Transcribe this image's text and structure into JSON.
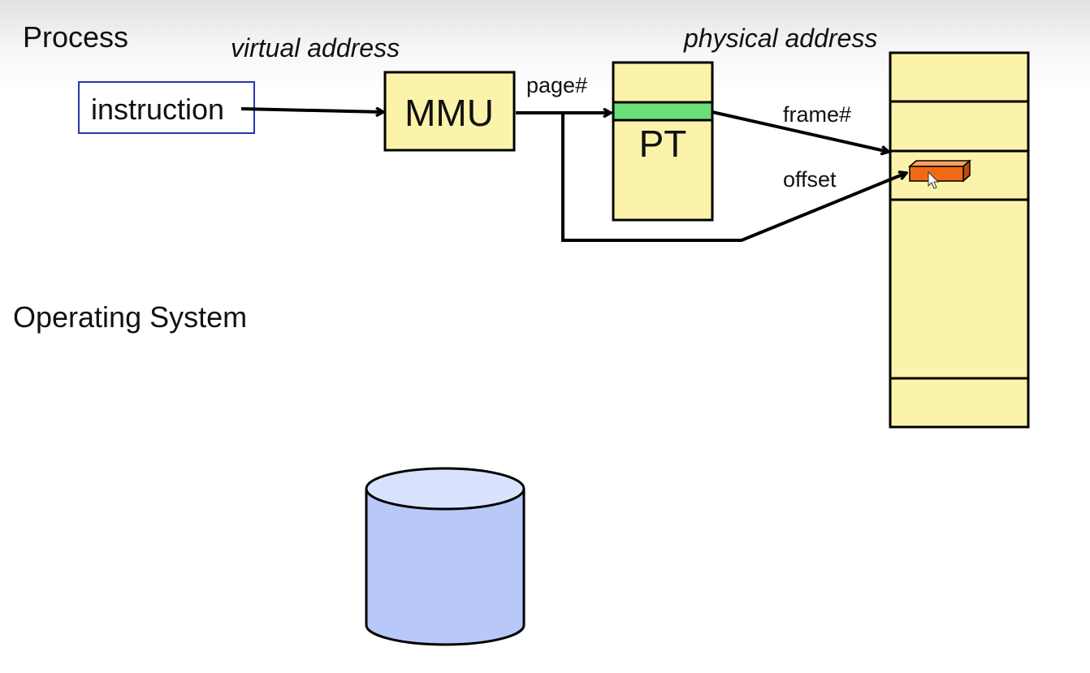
{
  "labels": {
    "process": "Process",
    "virtual_address": "virtual address",
    "physical_address": "physical address",
    "instruction": "instruction",
    "mmu": "MMU",
    "page_num": "page#",
    "pt": "PT",
    "frame_num": "frame#",
    "offset": "offset",
    "operating_system": "Operating System"
  },
  "colors": {
    "box_fill": "#fbf3a9",
    "pt_highlight": "#6be07a",
    "target_byte": "#f06a16",
    "instruction_border": "#2a35a8",
    "disk_body": "#b8c8f8",
    "disk_top": "#d8e2fc",
    "line": "#000000"
  }
}
